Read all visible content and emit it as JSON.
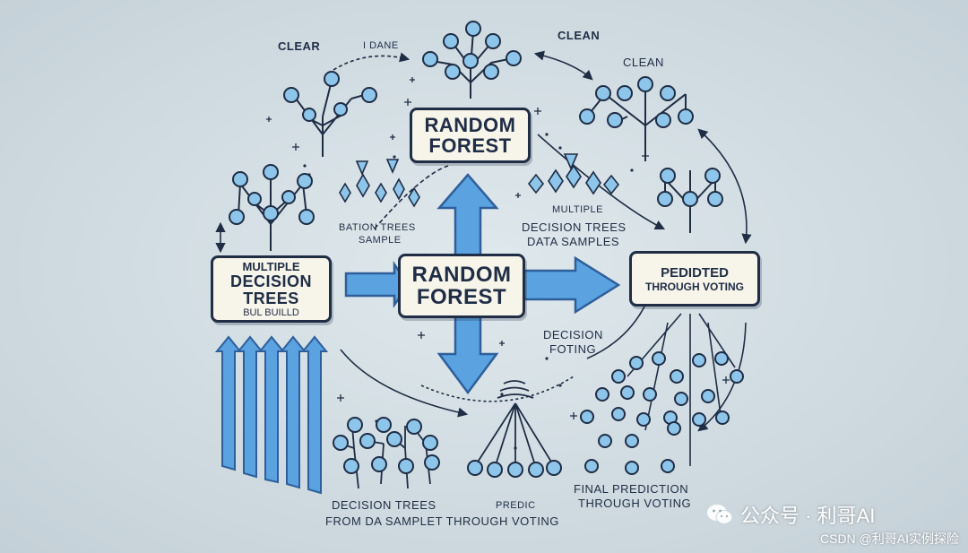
{
  "diagram": {
    "center_box": {
      "line1": "RANDOM",
      "line2": "FOREST"
    },
    "top_box": {
      "line1": "RANDOM",
      "line2": "FOREST"
    },
    "left_box": {
      "line1": "MULTIPLE",
      "line2": "DECISION",
      "line3": "TREES",
      "line4": "BUL BUILLD"
    },
    "right_box": {
      "line1": "PEDIDTED",
      "line2": "THROUGH VOTING"
    },
    "labels": {
      "clear": "CLEAR",
      "top_scribble": "I DANE",
      "clean_top": "CLEAN",
      "clean_right": "CLEAN",
      "bation_trees": "BATION TREES",
      "bation_sample": "SAMPLE",
      "multiple_small": "MULTIPLE",
      "decision_trees": "DECISION TREES",
      "data_samples": "DATA SAMPLES",
      "decision": "DECISION",
      "foting": "FOTING",
      "bottom_left_1": "DECISION TREES",
      "bottom_left_2": "FROM DA SAMPLET THROUGH VOTING",
      "predic": "PREDIC",
      "final_1": "FINAL PREDICTION",
      "final_2": "THROUGH VOTING"
    },
    "colors": {
      "node": "#8ec5ea",
      "stroke": "#1f2d45",
      "arrow": "#5aa2e0",
      "arrow_stroke": "#2f5f9a"
    }
  },
  "watermark": {
    "icon": "wechat-icon",
    "text": "公众号 · 利哥AI"
  },
  "credit": "CSDN @利哥AI实例探险"
}
